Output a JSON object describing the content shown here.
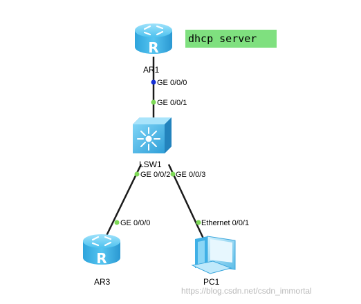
{
  "nodes": {
    "ar1": {
      "label": "AR1",
      "icon": "router-icon"
    },
    "lsw1": {
      "label": "LSW1",
      "icon": "switch-icon"
    },
    "ar3": {
      "label": "AR3",
      "icon": "router-icon"
    },
    "pc1": {
      "label": "PC1",
      "icon": "pc-icon"
    }
  },
  "note": "dhcp server",
  "ports": {
    "ar1_ge000": "GE 0/0/0",
    "lsw1_ge001": "GE 0/0/1",
    "lsw1_ge002": "GE 0/0/2",
    "lsw1_ge003": "GE 0/0/3",
    "ar3_ge000": "GE 0/0/0",
    "pc1_eth001": "Ethernet 0/0/1"
  },
  "watermark": "https://blog.csdn.net/csdn_immortal",
  "colors": {
    "link": "#1a1a1a",
    "port_up": "#7ed957",
    "port_blue": "#1530d6",
    "device": "#3fb6ea",
    "note_bg": "#7fe07f"
  }
}
